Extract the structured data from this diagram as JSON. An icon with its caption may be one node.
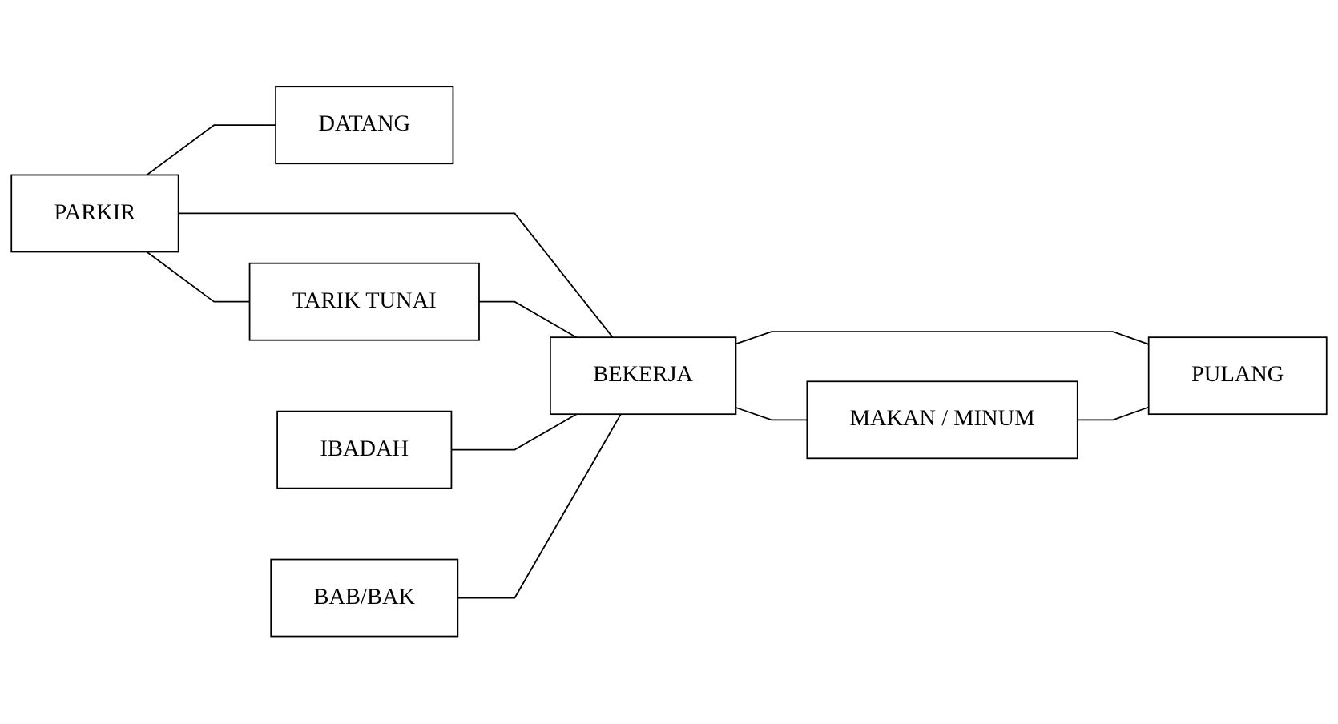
{
  "diagram": {
    "nodes": [
      {
        "text": [
          "DATANG"
        ]
      },
      {
        "text": [
          "PARKIR"
        ]
      },
      {
        "text": [
          "TARIK TUNAI"
        ]
      },
      {
        "text": [
          "IBADAH"
        ]
      },
      {
        "text": [
          "BEKERJA"
        ]
      },
      {
        "text": [
          "MAKAN / MINUM"
        ]
      },
      {
        "text": [
          "BAB/BAK"
        ]
      },
      {
        "text": [
          "PULANG"
        ]
      }
    ],
    "edges": [
      {
        "from": 1,
        "to": 0,
        "arrow": "none"
      },
      {
        "from": 1,
        "to": 2,
        "arrow": "none"
      },
      {
        "from": 1,
        "to": 4,
        "arrow": "none"
      },
      {
        "from": 2,
        "to": 4,
        "arrow": "none"
      },
      {
        "from": 3,
        "to": 4,
        "arrow": "none"
      },
      {
        "from": 4,
        "to": 5,
        "arrow": "none"
      },
      {
        "from": 6,
        "to": 4,
        "arrow": "none"
      },
      {
        "from": 4,
        "to": 7,
        "arrow": "none"
      },
      {
        "from": 5,
        "to": 7,
        "arrow": "none"
      }
    ]
  }
}
